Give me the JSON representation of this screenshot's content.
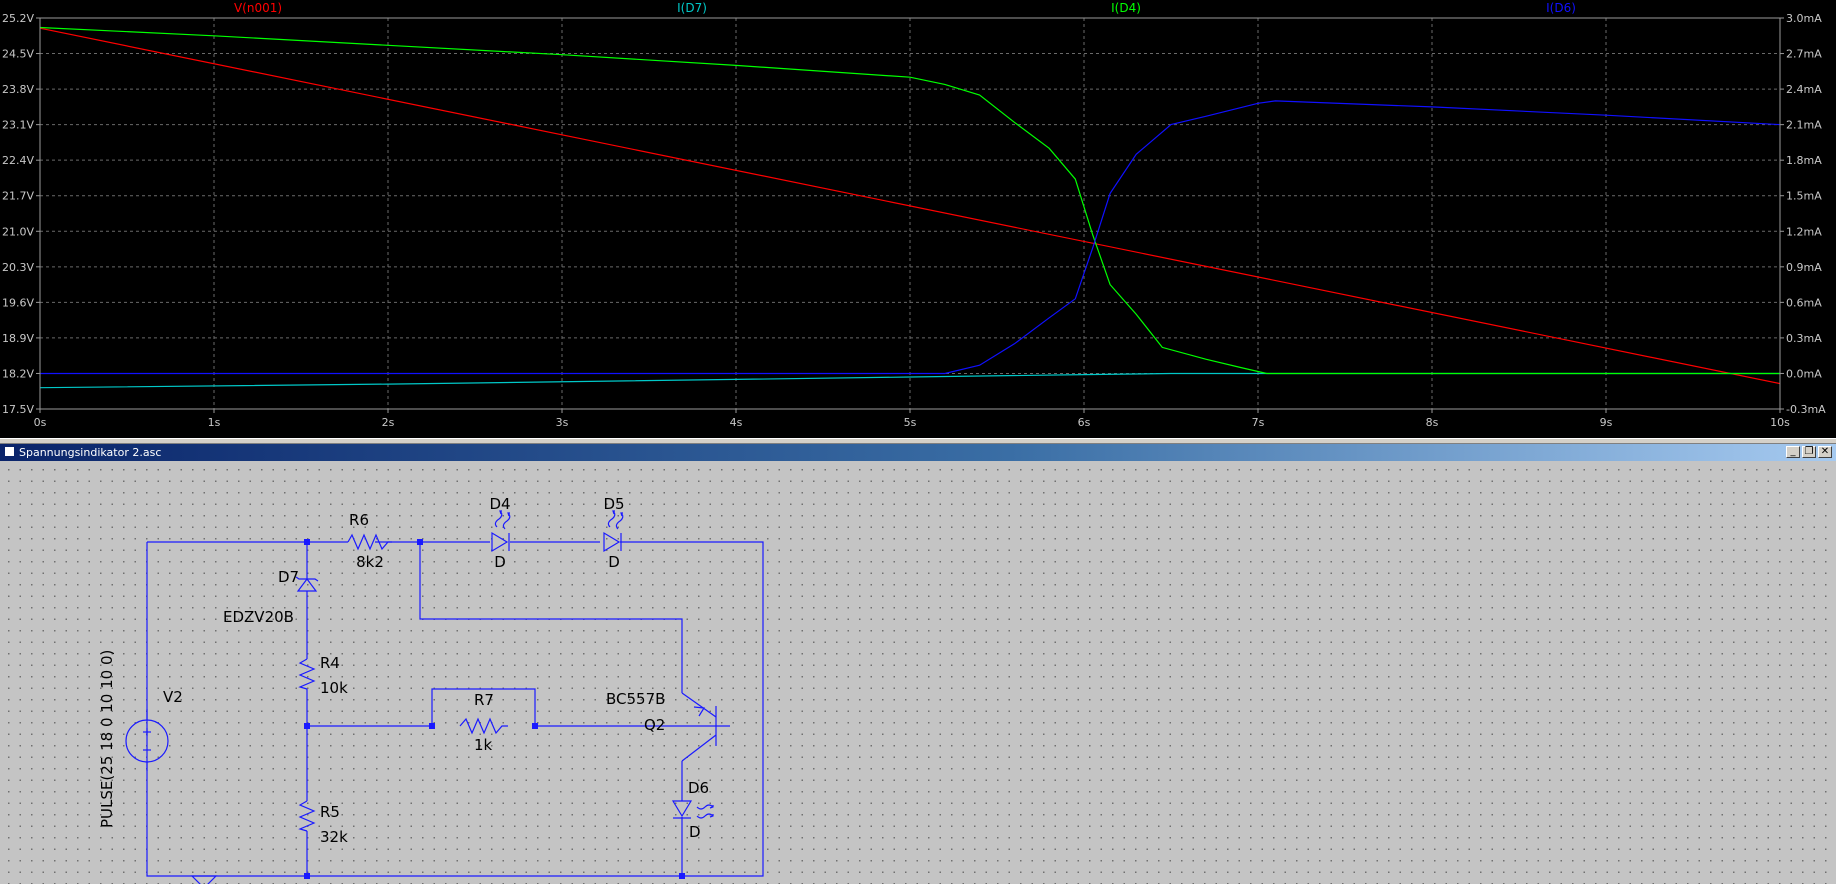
{
  "plot": {
    "traces": [
      {
        "label": "V(n001)",
        "color": "#ff0000"
      },
      {
        "label": "I(D7)",
        "color": "#00c8c8"
      },
      {
        "label": "I(D4)",
        "color": "#00ff00"
      },
      {
        "label": "I(D6)",
        "color": "#1010ff"
      }
    ],
    "left_axis_ticks": [
      "25.2V",
      "24.5V",
      "23.8V",
      "23.1V",
      "22.4V",
      "21.7V",
      "21.0V",
      "20.3V",
      "19.6V",
      "18.9V",
      "18.2V",
      "17.5V"
    ],
    "right_axis_ticks": [
      "3.0mA",
      "2.7mA",
      "2.4mA",
      "2.1mA",
      "1.8mA",
      "1.5mA",
      "1.2mA",
      "0.9mA",
      "0.6mA",
      "0.3mA",
      "0.0mA",
      "-0.3mA"
    ],
    "x_axis_ticks": [
      "0s",
      "1s",
      "2s",
      "3s",
      "4s",
      "5s",
      "6s",
      "7s",
      "8s",
      "9s",
      "10s"
    ]
  },
  "chart_data": {
    "type": "line",
    "xlabel": "",
    "x_unit": "s",
    "xlim": [
      0,
      10
    ],
    "ylim_left": [
      17.5,
      25.2
    ],
    "ylim_right": [
      -0.3,
      3.0
    ],
    "grid": true,
    "legend_placement": "top",
    "series": [
      {
        "name": "V(n001)",
        "axis": "left",
        "color": "#ff0000",
        "x": [
          0,
          10
        ],
        "y": [
          25.0,
          18.0
        ]
      },
      {
        "name": "I(D7)",
        "axis": "right",
        "color": "#00c8c8",
        "x": [
          0,
          2,
          4,
          5,
          6,
          6.5,
          7,
          7.5,
          8,
          10
        ],
        "y": [
          -0.12,
          -0.09,
          -0.05,
          -0.03,
          -0.01,
          0.0,
          0.0,
          0.0,
          0.0,
          0.0
        ]
      },
      {
        "name": "I(D4)",
        "axis": "right",
        "color": "#00ff00",
        "x": [
          0,
          1,
          2,
          3,
          4,
          5,
          5.2,
          5.4,
          5.6,
          5.8,
          5.95,
          6.05,
          6.15,
          6.3,
          6.45,
          6.7,
          6.9,
          7.05,
          7.5,
          10
        ],
        "y": [
          2.92,
          2.85,
          2.77,
          2.69,
          2.6,
          2.5,
          2.44,
          2.35,
          2.12,
          1.9,
          1.64,
          1.17,
          0.75,
          0.5,
          0.22,
          0.12,
          0.05,
          0.0,
          0.0,
          0.0
        ]
      },
      {
        "name": "I(D6)",
        "axis": "right",
        "color": "#1010ff",
        "x": [
          0,
          5.2,
          5.4,
          5.6,
          5.8,
          5.95,
          6.05,
          6.15,
          6.3,
          6.5,
          6.7,
          7.0,
          7.1,
          8,
          9,
          10
        ],
        "y": [
          0.0,
          0.0,
          0.07,
          0.25,
          0.47,
          0.63,
          1.06,
          1.52,
          1.85,
          2.1,
          2.17,
          2.28,
          2.3,
          2.25,
          2.18,
          2.1
        ]
      }
    ]
  },
  "schematic": {
    "title": "Spannungsindikator 2.asc",
    "window_buttons": {
      "minimize": "_",
      "restore": "❐",
      "close": "✕"
    },
    "components": {
      "V2": {
        "name": "V2",
        "value": "PULSE(25 18 0 10 10 0)"
      },
      "R6": {
        "name": "R6",
        "value": "8k2"
      },
      "D4": {
        "name": "D4",
        "value": "D"
      },
      "D5": {
        "name": "D5",
        "value": "D"
      },
      "D7": {
        "name": "D7",
        "value": "EDZV20B"
      },
      "R4": {
        "name": "R4",
        "value": "10k"
      },
      "R7": {
        "name": "R7",
        "value": "1k"
      },
      "Q2": {
        "name": "Q2",
        "value": "BC557B"
      },
      "D6": {
        "name": "D6",
        "value": "D"
      },
      "R5": {
        "name": "R5",
        "value": "32k"
      }
    }
  }
}
